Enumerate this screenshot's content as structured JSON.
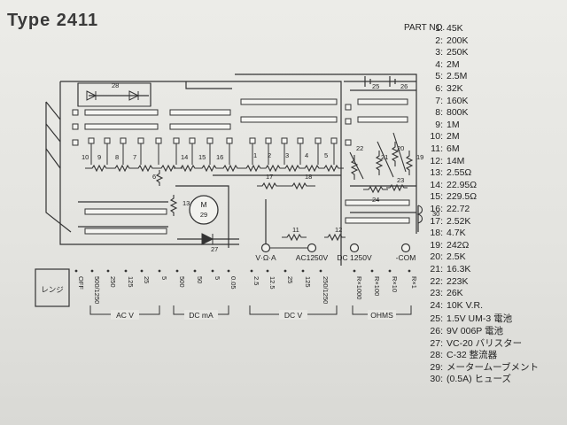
{
  "header": {
    "title": "Type 2411",
    "part_no_label": "PART NO."
  },
  "parts": [
    {
      "num": "1:",
      "value": "45K"
    },
    {
      "num": "2:",
      "value": "200K"
    },
    {
      "num": "3:",
      "value": "250K"
    },
    {
      "num": "4:",
      "value": "2M"
    },
    {
      "num": "5:",
      "value": "2.5M"
    },
    {
      "num": "6:",
      "value": "32K"
    },
    {
      "num": "7:",
      "value": "160K"
    },
    {
      "num": "8:",
      "value": "800K"
    },
    {
      "num": "9:",
      "value": "1M"
    },
    {
      "num": "10:",
      "value": "2M"
    },
    {
      "num": "11:",
      "value": "6M"
    },
    {
      "num": "12:",
      "value": "14M"
    },
    {
      "num": "13:",
      "value": "2.55Ω"
    },
    {
      "num": "14:",
      "value": "22.95Ω"
    },
    {
      "num": "15:",
      "value": "229.5Ω"
    },
    {
      "num": "16:",
      "value": "22.72"
    },
    {
      "num": "17:",
      "value": "2.52K"
    },
    {
      "num": "18:",
      "value": "4.7K"
    },
    {
      "num": "19:",
      "value": "242Ω"
    },
    {
      "num": "20:",
      "value": "2.5K"
    },
    {
      "num": "21:",
      "value": "16.3K"
    },
    {
      "num": "22:",
      "value": "223K"
    },
    {
      "num": "23:",
      "value": "26K"
    },
    {
      "num": "24:",
      "value": "10K V.R."
    },
    {
      "num": "25:",
      "value": "1.5V UM-3 電池"
    },
    {
      "num": "26:",
      "value": "9V 006P 電池"
    },
    {
      "num": "27:",
      "value": "VC-20 バリスター"
    },
    {
      "num": "28:",
      "value": "C-32 整流器"
    },
    {
      "num": "29:",
      "value": "メータームーブメント"
    },
    {
      "num": "30:",
      "value": "(0.5A) ヒューズ"
    }
  ],
  "schematic": {
    "component_numbers": [
      "1",
      "2",
      "3",
      "4",
      "5",
      "6",
      "7",
      "8",
      "9",
      "10",
      "11",
      "12",
      "13",
      "14",
      "15",
      "16",
      "17",
      "18",
      "19",
      "20",
      "21",
      "22",
      "23",
      "24",
      "25",
      "26",
      "27",
      "28",
      "30"
    ],
    "meter": {
      "letter": "M",
      "number": "29"
    },
    "terminals": [
      {
        "label": "V·Ω·A"
      },
      {
        "label": "AC1250V"
      },
      {
        "label": "DC 1250V"
      },
      {
        "label": "-COM"
      }
    ]
  },
  "range_panel": {
    "range_label": "レンジ",
    "positions": [
      {
        "label": "OFF"
      },
      {
        "label": "500/1250"
      },
      {
        "label": "250"
      },
      {
        "label": "125"
      },
      {
        "label": "25"
      },
      {
        "label": "5"
      },
      {
        "label": "500"
      },
      {
        "label": "50"
      },
      {
        "label": "5"
      },
      {
        "label": "0.05"
      },
      {
        "label": "2.5"
      },
      {
        "label": "12.5"
      },
      {
        "label": "25"
      },
      {
        "label": "125"
      },
      {
        "label": "250/1250"
      },
      {
        "label": "R×1000"
      },
      {
        "label": "R×100"
      },
      {
        "label": "R×10"
      },
      {
        "label": "R×1"
      }
    ],
    "groups": [
      {
        "label": "AC V"
      },
      {
        "label": "DC mA"
      },
      {
        "label": "DC V"
      },
      {
        "label": "OHMS"
      }
    ]
  }
}
